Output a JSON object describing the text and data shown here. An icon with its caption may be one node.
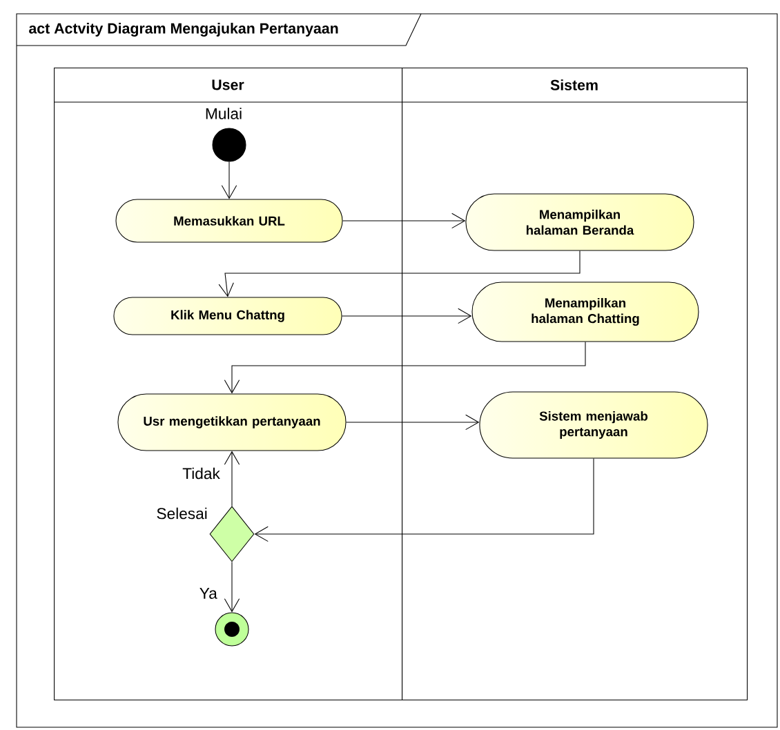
{
  "diagram": {
    "nodes": [
      {
        "text": [
          "act Actvity Diagram Mengajukan Pertanyaan"
        ]
      },
      {
        "text": [
          "User"
        ],
        "in": 0
      },
      {
        "text": [
          "Sistem"
        ],
        "in": 0
      },
      {
        "text": [],
        "shape": "circle",
        "beside": [
          "Mulai"
        ],
        "in": 1
      },
      {
        "text": [
          "Memasukkan URL"
        ],
        "in": 1
      },
      {
        "text": [
          "Menampilkan halaman Beranda"
        ],
        "in": 2
      },
      {
        "text": [
          "Klik Menu Chattng"
        ],
        "in": 1
      },
      {
        "text": [
          "Menampilkan halaman Chatting"
        ],
        "in": 2
      },
      {
        "text": [
          "Usr mengetikkan pertanyaan"
        ],
        "in": 1
      },
      {
        "text": [
          "Sistem menjawab pertanyaan"
        ],
        "in": 2
      },
      {
        "text": [],
        "shape": "diamond",
        "beside": [
          "Selesai"
        ],
        "in": 1
      },
      {
        "text": [],
        "shape": "circle",
        "in": 1
      }
    ],
    "edges": [
      {
        "from": 3,
        "to": 4,
        "arrow": "to"
      },
      {
        "from": 4,
        "to": 5,
        "arrow": "to"
      },
      {
        "from": 5,
        "to": 6,
        "arrow": "to"
      },
      {
        "from": 6,
        "to": 7,
        "arrow": "to"
      },
      {
        "from": 7,
        "to": 8,
        "arrow": "to"
      },
      {
        "from": 8,
        "to": 9,
        "arrow": "to"
      },
      {
        "from": 9,
        "to": 10,
        "arrow": "to"
      },
      {
        "from": 10,
        "to": 8,
        "arrow": "to",
        "label": "Tidak"
      },
      {
        "from": 10,
        "to": 11,
        "arrow": "to",
        "label": "Ya"
      }
    ]
  }
}
